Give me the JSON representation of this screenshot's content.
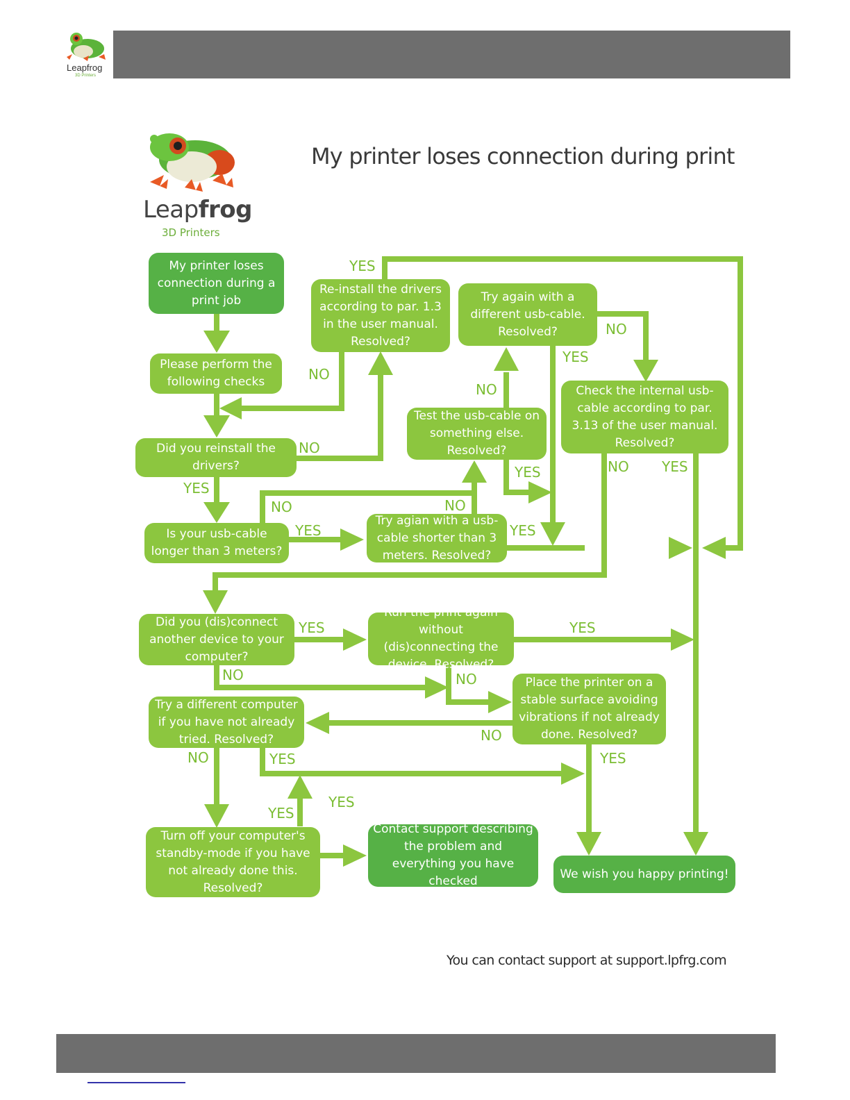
{
  "header": {
    "logo_brand": "Leapfrog",
    "logo_sub": "3D Printers"
  },
  "logo": {
    "brand_light": "Leap",
    "brand_bold": "frog",
    "sub": "3D Printers"
  },
  "title": "My printer loses connection during print",
  "nodes": {
    "start": "My printer loses connection during a print job",
    "checks": "Please perform the following checks",
    "reinstall_q": "Did you reinstall the drivers?",
    "reinstall_drivers": "Re-install the drivers according to par. 1.3 in the user manual. Resolved?",
    "try_cable": "Try again with a different usb-cable. Resolved?",
    "test_cable": "Test the usb-cable on something else. Resolved?",
    "internal_cable": "Check the internal usb-cable according to par. 3.13 of the user manual. Resolved?",
    "cable_long": "Is your usb-cable longer than 3 meters?",
    "shorter_cable": "Try agian with a usb-cable shorter than 3 meters. Resolved?",
    "device_q": "Did you (dis)connect another device to your computer?",
    "run_again": "Run the print again without (dis)connecting the device. Resolved?",
    "diff_computer": "Try a different computer if you have not already tried. Resolved?",
    "stable_surface": "Place the printer on a stable surface avoiding vibrations if not already done. Resolved?",
    "standby": "Turn off your computer's standby-mode if you have not already done this. Resolved?",
    "contact_support": "Contact support describing the problem and everything you have checked",
    "happy": "We wish you happy printing!"
  },
  "labels": {
    "yes": "YES",
    "no": "NO"
  },
  "contact_line": "You can contact support at support.lpfrg.com",
  "colors": {
    "box_light": "#8cc63f",
    "box_dark": "#56b146",
    "arrow": "#8cc63f",
    "bar": "#6e6e6e",
    "label": "#7bbd33"
  }
}
